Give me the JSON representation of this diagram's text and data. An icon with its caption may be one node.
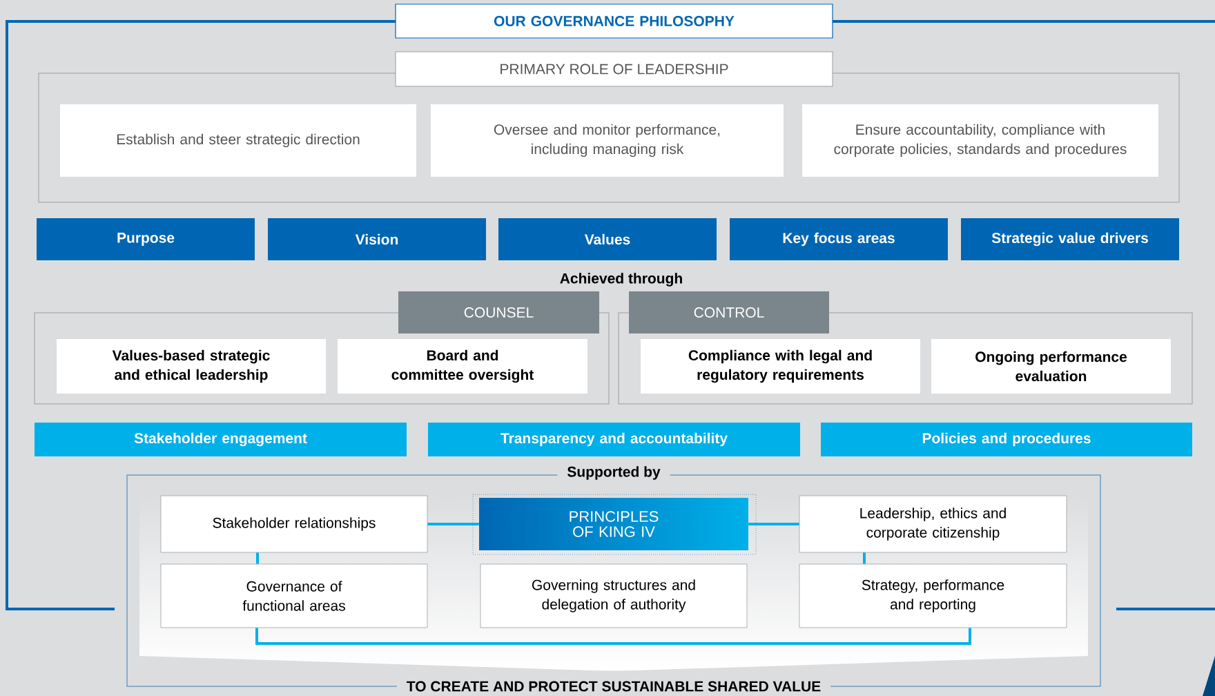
{
  "diagram": {
    "nodes": [
      {
        "text": [
          "OUR GOVERNANCE PHILOSOPHY"
        ]
      },
      {
        "text": [
          "PRIMARY ROLE OF LEADERSHIP"
        ]
      },
      {
        "text": [
          "Establish and steer strategic direction"
        ],
        "in": 1
      },
      {
        "text": [
          "Oversee and monitor performance, including managing risk"
        ],
        "in": 1
      },
      {
        "text": [
          "Ensure accountability, compliance with corporate policies, standards and procedures"
        ],
        "in": 1
      },
      {
        "text": [
          "Purpose"
        ]
      },
      {
        "text": [
          "Vision"
        ]
      },
      {
        "text": [
          "Values"
        ]
      },
      {
        "text": [
          "Key focus areas"
        ]
      },
      {
        "text": [
          "Strategic value drivers"
        ]
      },
      {
        "text": [
          "COUNSEL"
        ]
      },
      {
        "text": [
          "Values-based strategic and ethical leadership"
        ],
        "in": 10
      },
      {
        "text": [
          "Board and committee oversight"
        ],
        "in": 10
      },
      {
        "text": [
          "CONTROL"
        ]
      },
      {
        "text": [
          "Compliance with legal and regulatory requirements"
        ],
        "in": 13
      },
      {
        "text": [
          "Ongoing performance evaluation"
        ],
        "in": 13
      },
      {
        "text": [
          "Stakeholder engagement"
        ]
      },
      {
        "text": [
          "Transparency and accountability"
        ]
      },
      {
        "text": [
          "Policies and procedures"
        ]
      },
      {
        "text": [
          "Supported by"
        ]
      },
      {
        "text": [
          "Stakeholder relationships"
        ],
        "in": 19
      },
      {
        "text": [
          "PRINCIPLES OF KING IV"
        ],
        "in": 19
      },
      {
        "text": [
          "Leadership, ethics and corporate citizenship"
        ],
        "in": 19
      },
      {
        "text": [
          "Governance of functional areas"
        ],
        "in": 19
      },
      {
        "text": [
          "Governing structures and delegation of authority"
        ],
        "in": 19
      },
      {
        "text": [
          "Strategy, performance and reporting"
        ],
        "in": 19
      }
    ],
    "edges": [
      {
        "from": 20,
        "to": 21,
        "arrow": "none"
      },
      {
        "from": 21,
        "to": 22,
        "arrow": "none"
      },
      {
        "from": 20,
        "to": 23,
        "arrow": "none"
      },
      {
        "from": 22,
        "to": 25,
        "arrow": "none"
      },
      {
        "from": 23,
        "to": 25,
        "arrow": "none"
      }
    ],
    "labels": [
      "Achieved through",
      "TO CREATE AND PROTECT SUSTAINABLE SHARED VALUE"
    ]
  }
}
